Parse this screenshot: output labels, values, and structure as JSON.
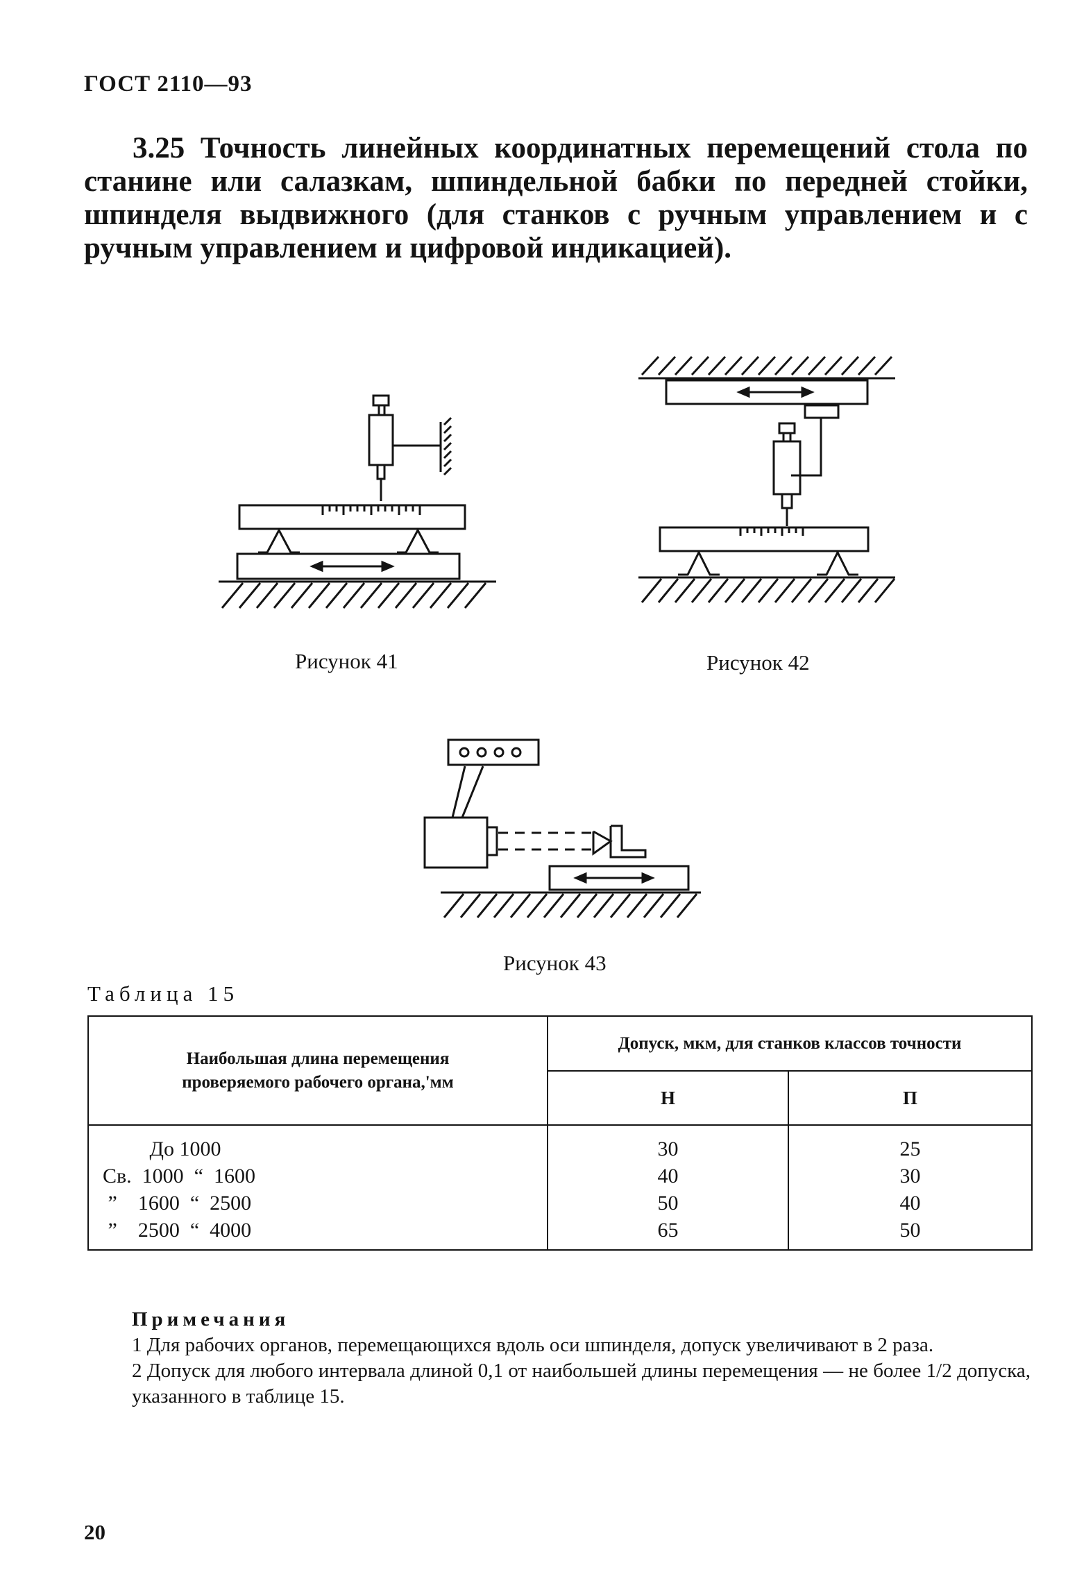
{
  "header": "ГОСТ 2110—93",
  "section_text": "3.25 Точность линейных координатных перемещений стола по станине или салазкам, шпиндельной бабки по передней стойки, шпинделя выдвижного (для станков с ручным управлением и с ручным управлением и цифровой индикацией).",
  "figures": {
    "fig41": "Рисунок 41",
    "fig42": "Рисунок 42",
    "fig43": "Рисунок 43"
  },
  "table": {
    "title": "Таблица 15",
    "col1_header": "Наибольшая длина перемещения проверяемого рабочего органа,'мм",
    "group_header": "Допуск, мкм, для станков классов точности",
    "sub_headers": [
      "Н",
      "П"
    ],
    "rows": [
      {
        "length": "         До 1000",
        "h": "30",
        "p": "25"
      },
      {
        "length": "Св.  1000  “  1600",
        "h": "40",
        "p": "30"
      },
      {
        "length": " ”    1600  “  2500",
        "h": "50",
        "p": "40"
      },
      {
        "length": " ”    2500  “  4000",
        "h": "65",
        "p": "50"
      }
    ]
  },
  "notes": {
    "title": "Примечания",
    "items": [
      "1 Для рабочих органов, перемещающихся вдоль оси шпинделя, допуск увеличивают в 2 раза.",
      "2 Допуск для любого интервала длиной 0,1 от наибольшей длины перемещения — не более 1/2 допуска, указанного в таблице 15."
    ]
  },
  "page_number": "20"
}
